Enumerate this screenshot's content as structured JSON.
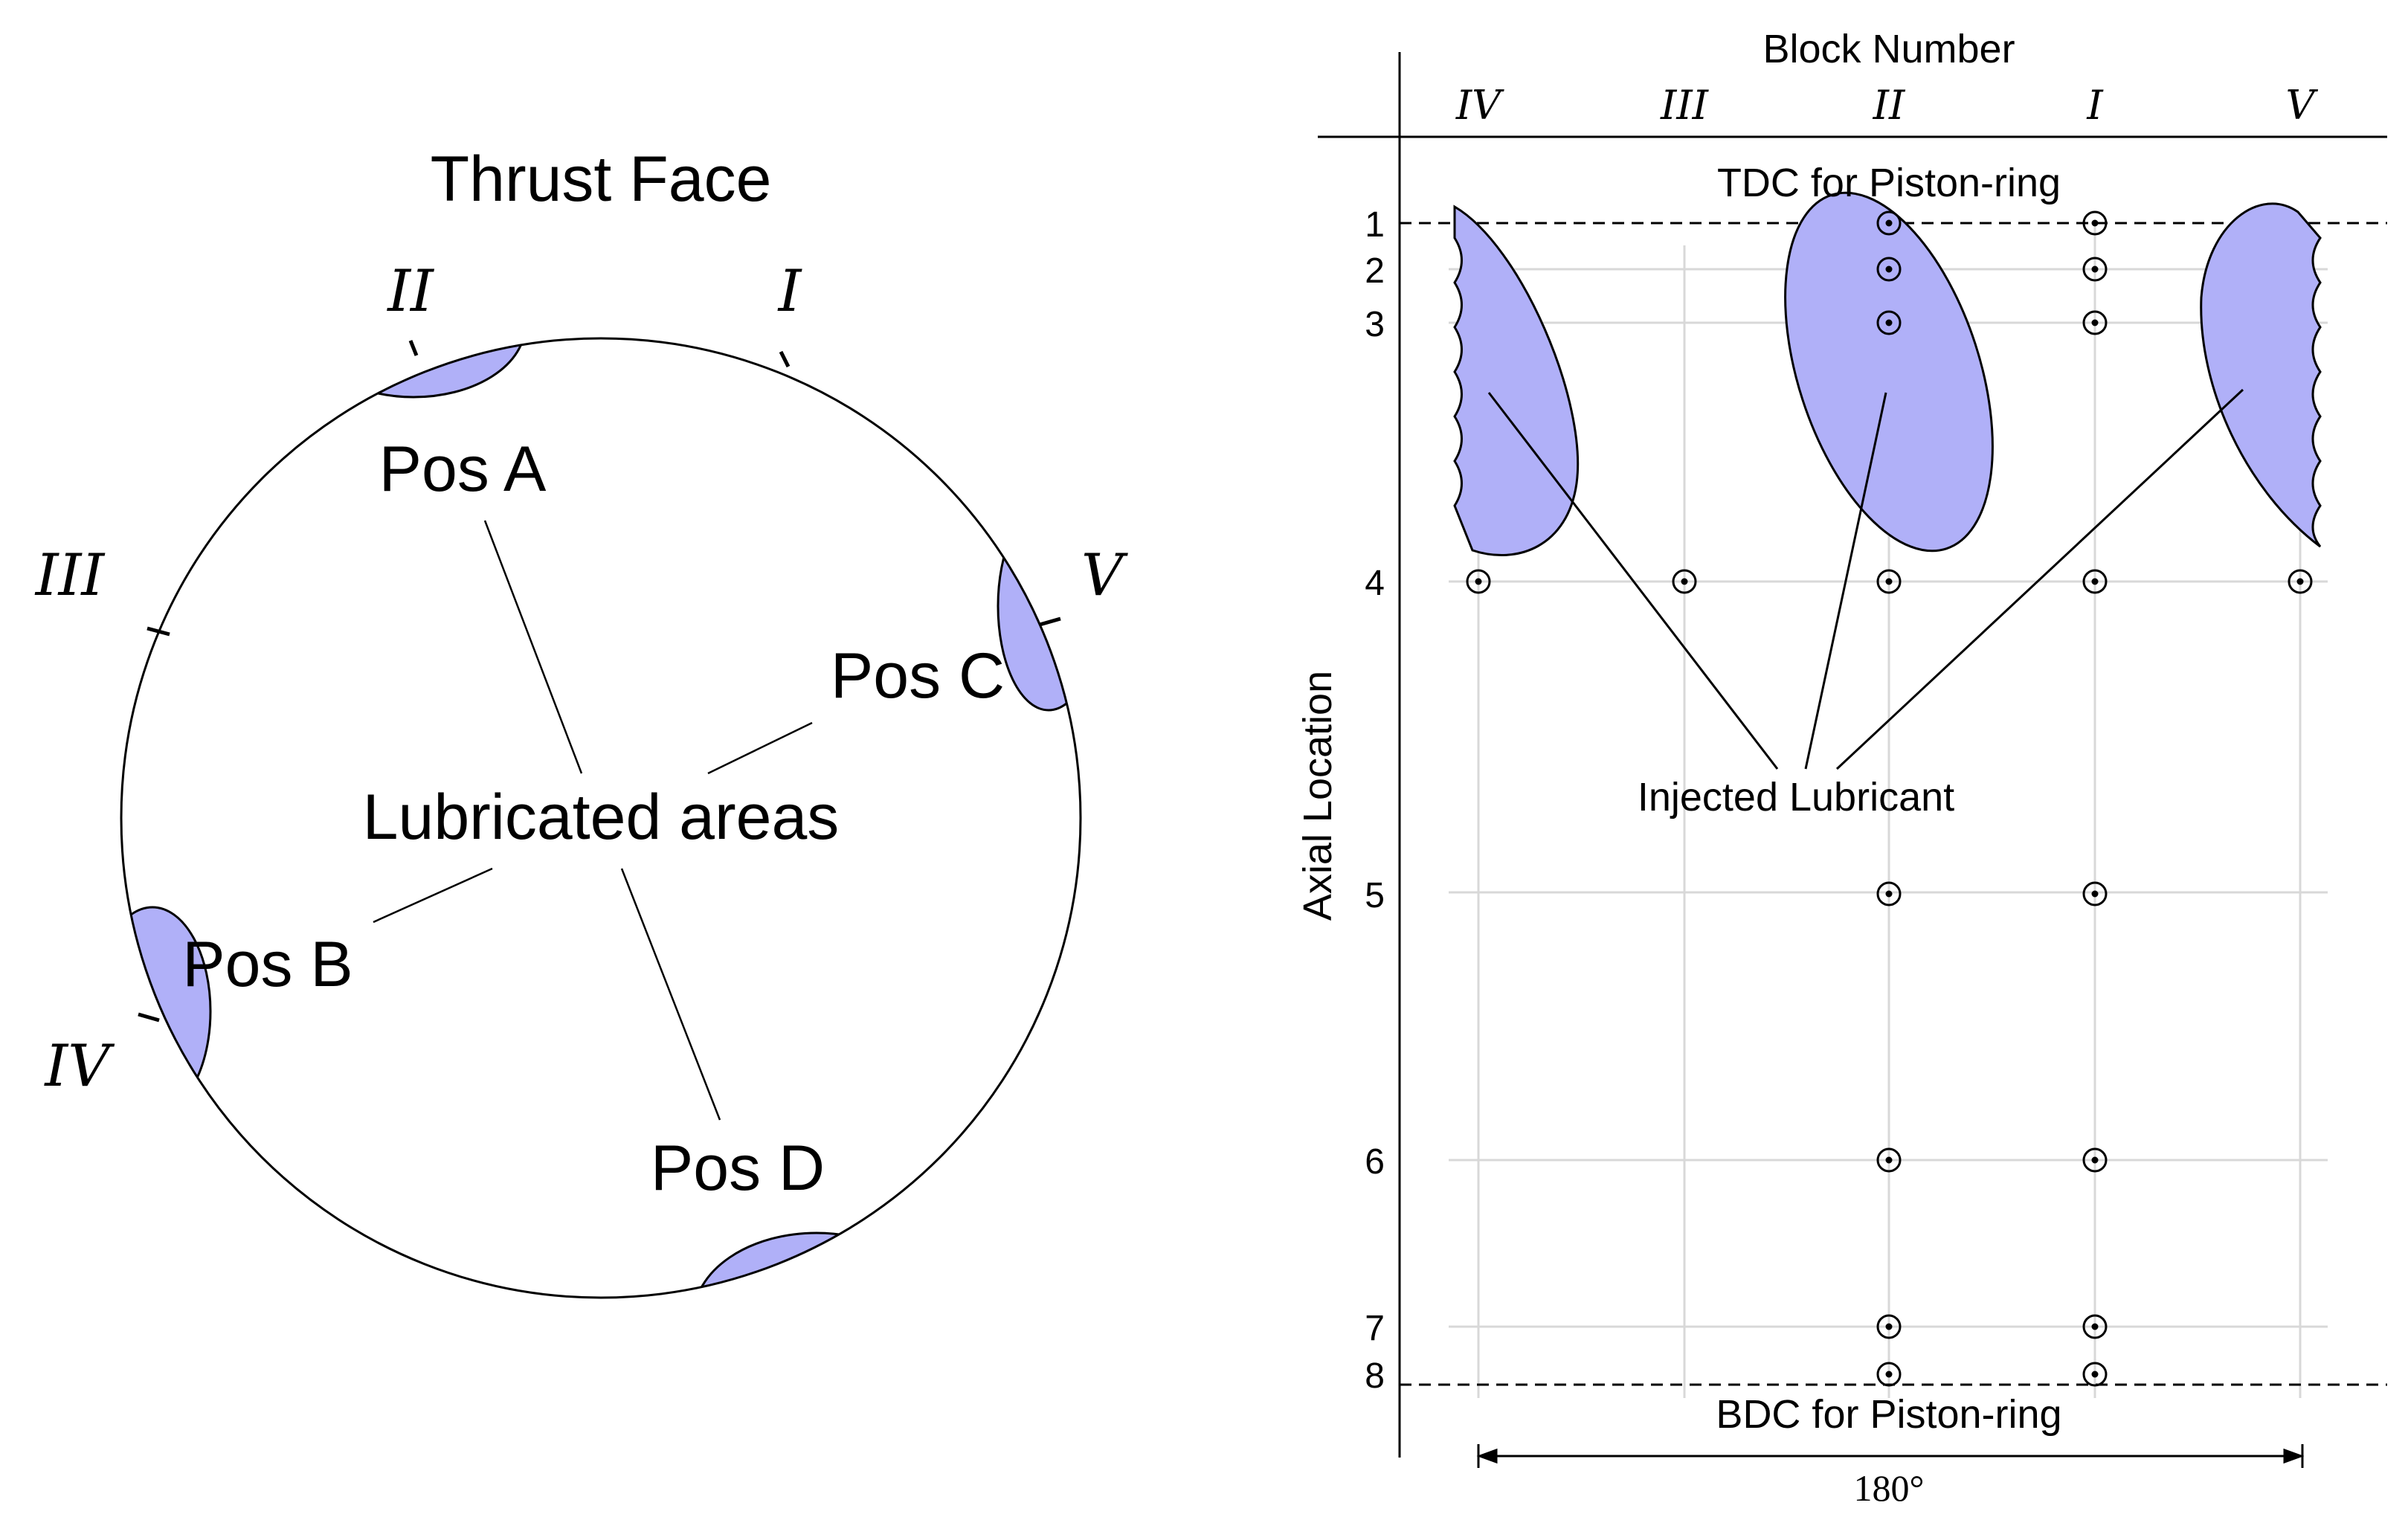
{
  "left_diagram": {
    "title": "Thrust Face",
    "center_label": "Lubricated areas",
    "positions": {
      "a": "Pos A",
      "b": "Pos B",
      "c": "Pos C",
      "d": "Pos D"
    },
    "block_marks": {
      "i": "I",
      "ii": "II",
      "iii": "III",
      "iv": "IV",
      "v": "V"
    },
    "fill_color": "#b0b0f8"
  },
  "right_diagram": {
    "header": "Block Number",
    "columns": [
      "IV",
      "III",
      "II",
      "I",
      "V"
    ],
    "row_labels": [
      "1",
      "2",
      "3",
      "4",
      "5",
      "6",
      "7",
      "8"
    ],
    "axis_label": "Axial Location",
    "tdc_label": "TDC for Piston-ring",
    "bdc_label": "BDC for Piston-ring",
    "lubricant_label": "Injected Lubricant",
    "span_label": "180°",
    "fill_color": "#b0b0f8",
    "grid_color": "#d8d8d8"
  }
}
